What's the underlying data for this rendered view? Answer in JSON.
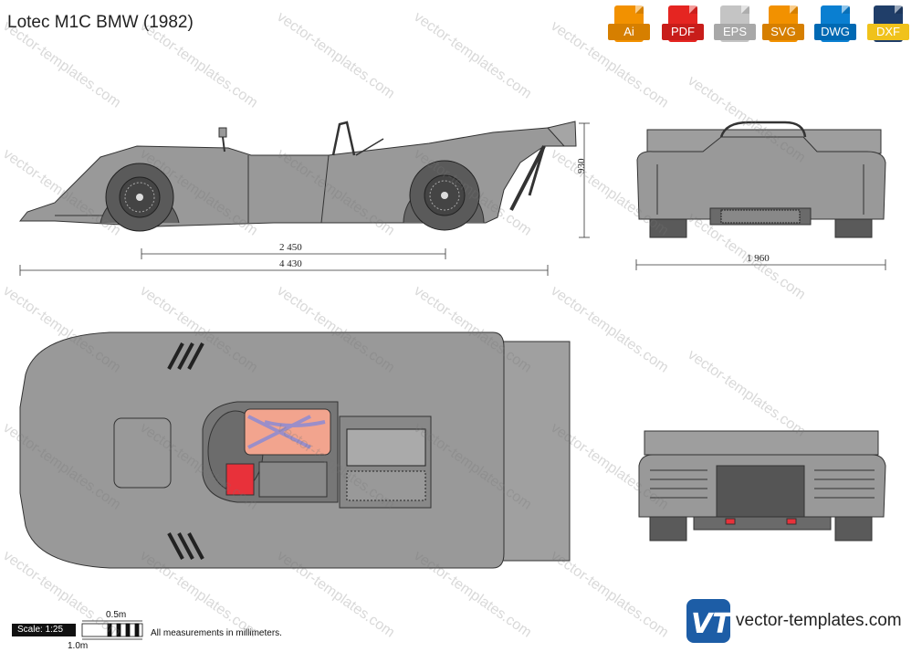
{
  "title": "Lotec M1C BMW (1982)",
  "formats": [
    {
      "label": "Ai",
      "color": "#f29100"
    },
    {
      "label": "PDF",
      "color": "#e52521"
    },
    {
      "label": "EPS",
      "color": "#a8a8a8"
    },
    {
      "label": "SVG",
      "color": "#f29100"
    },
    {
      "label": "DWG",
      "color": "#0a7fd1"
    },
    {
      "label": "DXF",
      "color": "#203e69"
    }
  ],
  "dimensions": {
    "height": "930",
    "wheelbase": "2 450",
    "length": "4 430",
    "width": "1 960"
  },
  "scale": {
    "label": "Scale: 1:25",
    "half": "0.5m",
    "full": "1.0m"
  },
  "note": "All measurements in millimeters.",
  "brand": {
    "logo": "VT",
    "text": "vector-templates.com"
  },
  "watermark": "vector-templates.com",
  "colors": {
    "body": "#999999",
    "outline": "#333333",
    "tire": "#5a5a5a",
    "hose": "#9b8ec9",
    "seat": "#f2a48e",
    "tank": "#e8313a"
  }
}
